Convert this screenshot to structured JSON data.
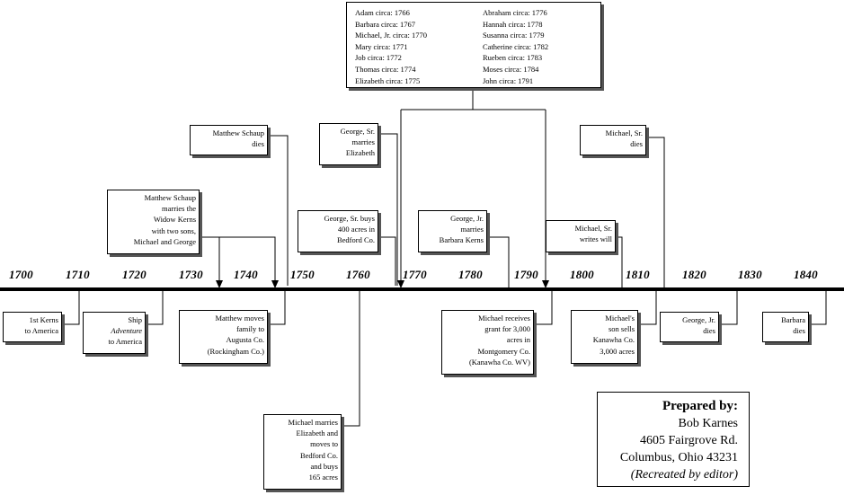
{
  "axis": {
    "years": [
      "1700",
      "1710",
      "1720",
      "1730",
      "1740",
      "1750",
      "1760",
      "1770",
      "1780",
      "1790",
      "1800",
      "1810",
      "1820",
      "1830",
      "1840"
    ]
  },
  "children_box": {
    "left": [
      "Adam circa: 1766",
      "Barbara circa: 1767",
      "Michael, Jr. circa: 1770",
      "Mary circa: 1771",
      "Job circa: 1772",
      "Thomas circa: 1774",
      "Elizabeth circa: 1775"
    ],
    "right": [
      "Abraham circa: 1776",
      "Hannah circa: 1778",
      "Susanna circa: 1779",
      "Catherine circa: 1782",
      "Rueben circa: 1783",
      "Moses circa: 1784",
      "John circa: 1791"
    ]
  },
  "events_above": {
    "matthew_dies": [
      "Matthew Schaup",
      "dies"
    ],
    "matthew_marries": [
      "Matthew Schaup",
      "marries the",
      "Widow Kerns",
      "with two sons,",
      "Michael and George"
    ],
    "george_marries": [
      "George, Sr.",
      "marries",
      "Elizabeth"
    ],
    "george_buys": [
      "George, Sr. buys",
      "400 acres in",
      "Bedford Co."
    ],
    "george_jr_marries": [
      "George, Jr.",
      "marries",
      "Barbara Kerns"
    ],
    "michael_writes_will": [
      "Michael, Sr.",
      "writes will"
    ],
    "michael_dies": [
      "Michael, Sr.",
      "dies"
    ]
  },
  "events_below": {
    "first_kerns": [
      "1st Kerns",
      "to America"
    ],
    "ship_adventure": [
      "Ship",
      "Adventure",
      "to America"
    ],
    "matthew_moves": [
      "Matthew moves",
      "family to",
      "Augusta Co.",
      "(Rockingham Co.)"
    ],
    "michael_marries": [
      "Michael marries",
      "Elizabeth and",
      "moves to",
      "Bedford Co.",
      "and buys",
      "165 acres"
    ],
    "michael_grant": [
      "Michael receives",
      "grant for 3,000",
      "acres in",
      "Montgomery Co.",
      "(Kanawha Co. WV)"
    ],
    "sons_sells": [
      "Michael's",
      "son sells",
      "Kanawha Co.",
      "3,000 acres"
    ],
    "george_jr_dies": [
      "George, Jr.",
      "dies"
    ],
    "barbara_dies": [
      "Barbara",
      "dies"
    ]
  },
  "prepared_by": {
    "heading": "Prepared by:",
    "name": "Bob Karnes",
    "street": "4605 Fairgrove Rd.",
    "city": "Columbus, Ohio 43231",
    "note": "(Recreated by editor)"
  }
}
